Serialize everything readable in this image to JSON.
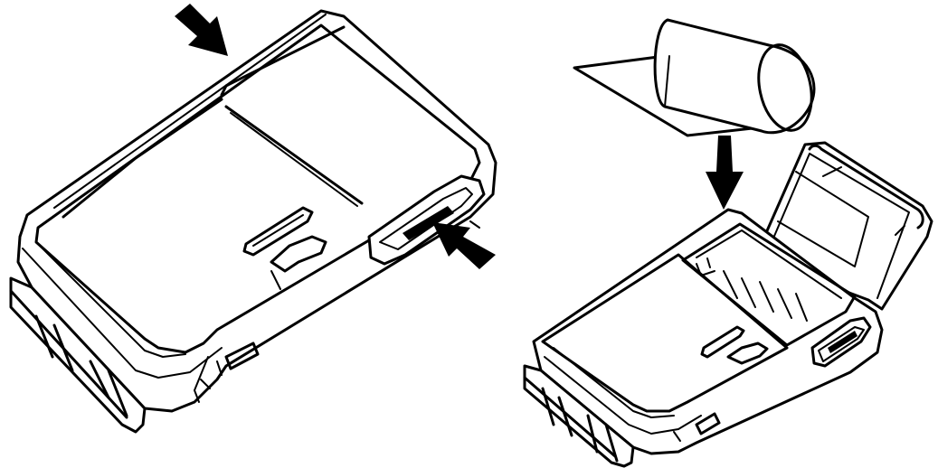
{
  "figure": {
    "panels": [
      {
        "id": "closed-printer",
        "arrows": 2
      },
      {
        "id": "open-printer-with-paper-roll",
        "arrows": 1
      }
    ],
    "colors": {
      "line": "#000000",
      "background": "#ffffff"
    },
    "icons": [
      "down-arrow-icon",
      "press-arrow-icon"
    ]
  }
}
